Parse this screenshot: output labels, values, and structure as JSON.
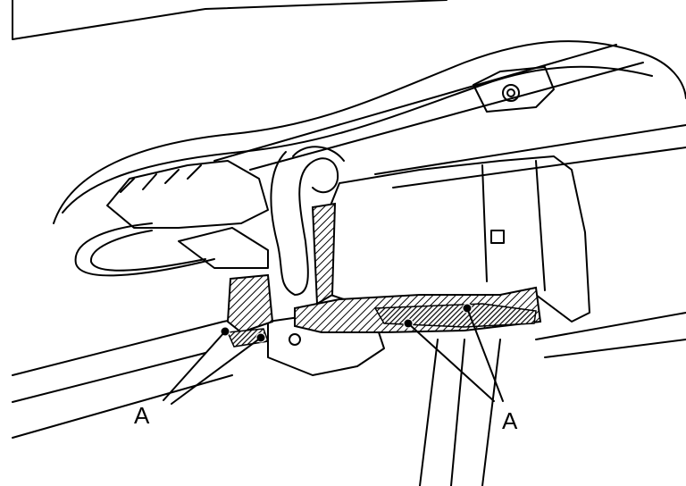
{
  "figure": {
    "callouts": [
      {
        "id": "left",
        "label": "A"
      },
      {
        "id": "right",
        "label": "A"
      }
    ],
    "colors": {
      "line": "#000000",
      "background": "#ffffff",
      "hatch": "#000000"
    }
  }
}
